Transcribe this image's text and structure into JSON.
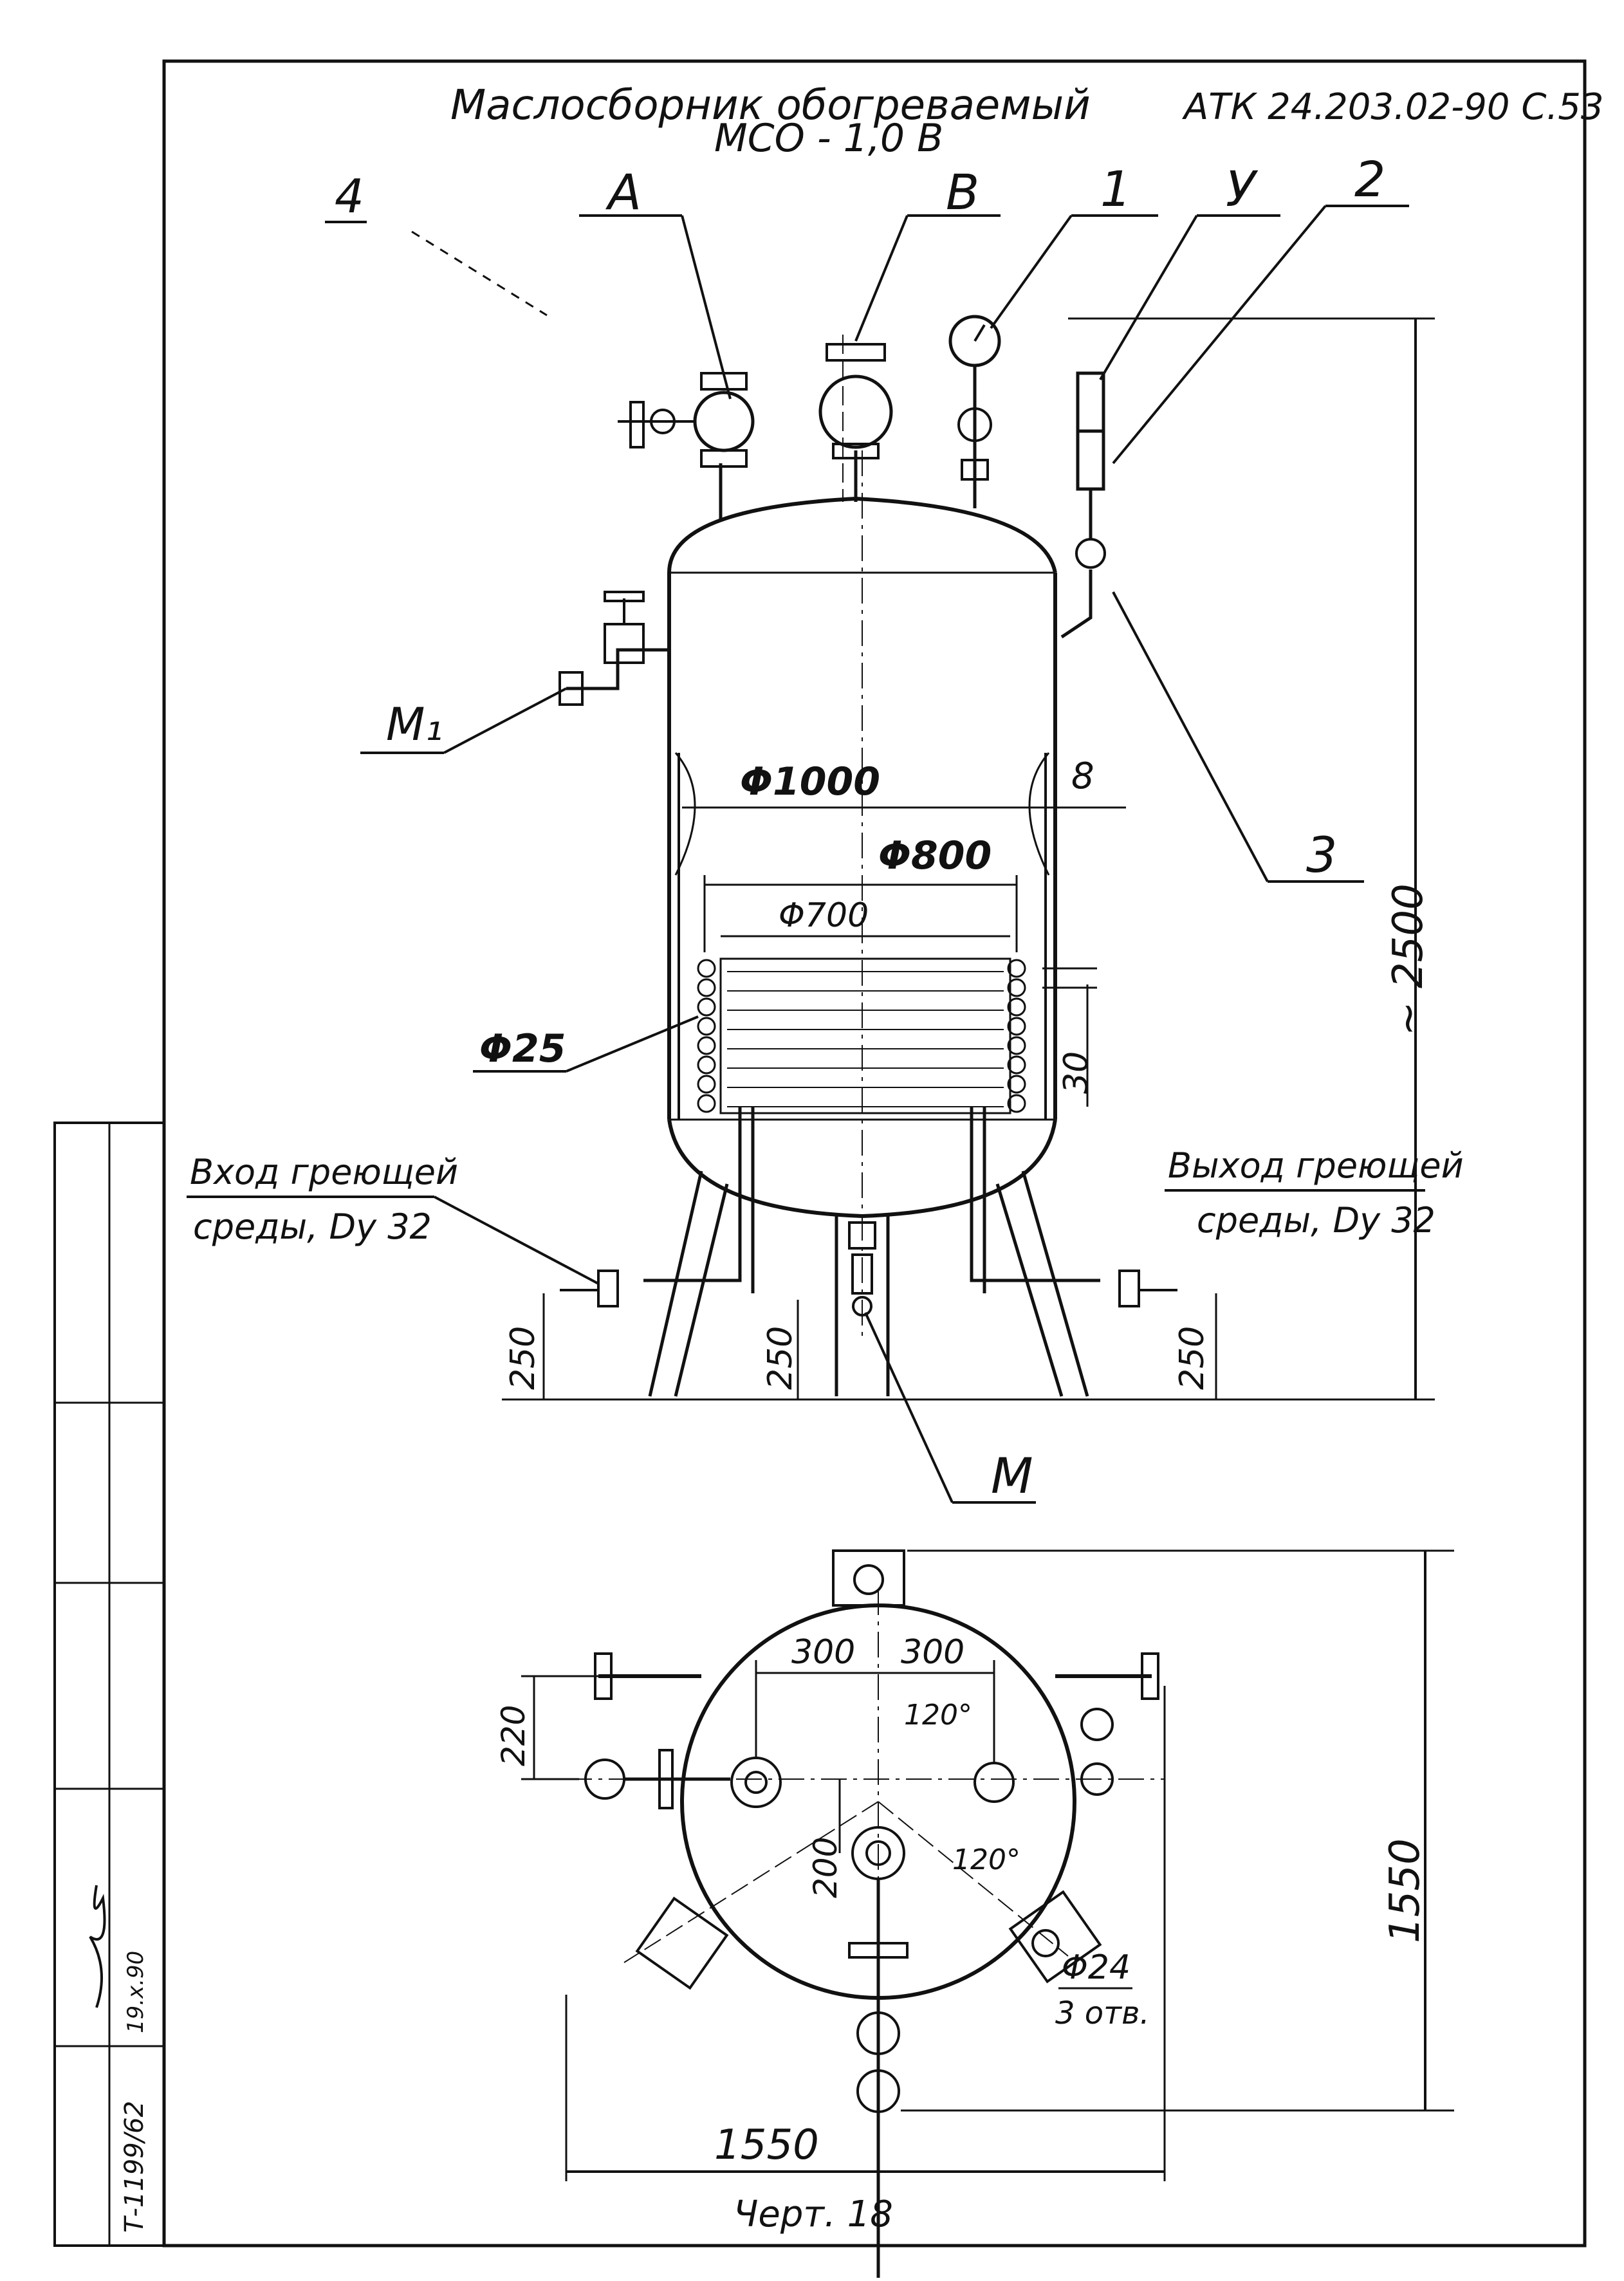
{
  "title": {
    "line1": "Маслосборник обогреваемый",
    "line2": "МСО - 1,0 В",
    "code": "АТК 24.203.02-90 С.53"
  },
  "callouts": {
    "item_4": "4",
    "item_A": "А",
    "item_B": "В",
    "item_1": "1",
    "item_U": "У",
    "item_2": "2",
    "item_3": "3",
    "item_M1": "М₁",
    "item_M": "М"
  },
  "dimensions": {
    "d1000": "Φ1000",
    "d800": "Φ800",
    "d700": "Φ700",
    "d25": "Φ25",
    "wall": "8",
    "pitch": "30",
    "height": "~ 2500",
    "h250_left": "250",
    "h250_mid": "250",
    "h250_right": "250",
    "plan_300_left": "300",
    "plan_300_right": "300",
    "plan_120_top": "120°",
    "plan_120_bottom": "120°",
    "plan_220": "220",
    "plan_200": "200",
    "plan_1550_h": "1550",
    "plan_1550_v": "1550",
    "holes_d": "Φ24",
    "holes_n": "3 отв."
  },
  "notes": {
    "inlet_1": "Вход греющей",
    "inlet_2": "среды, Dу 32",
    "outlet_1": "Выход греющей",
    "outlet_2": "среды, Dу 32"
  },
  "sheet": {
    "drawing_no": "Черт. 18",
    "stamp_1": "Т-1199/62",
    "stamp_2": "19.х.90"
  }
}
